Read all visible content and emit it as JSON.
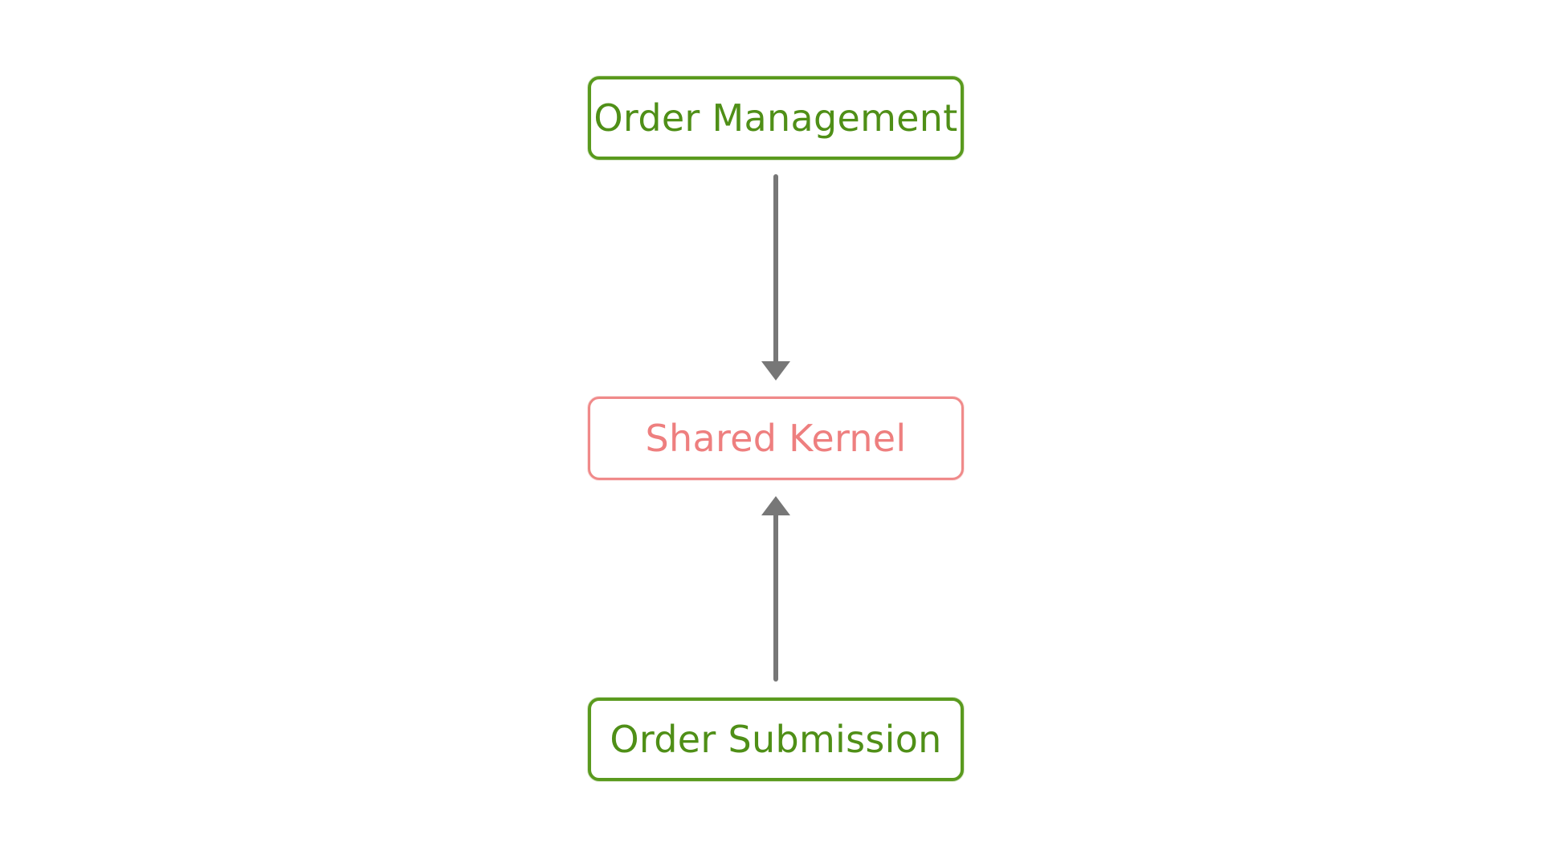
{
  "diagram": {
    "nodes": [
      {
        "label": "Order Management",
        "color": "#5a9a1e"
      },
      {
        "label": "Shared Kernel",
        "color": "#f08a8a"
      },
      {
        "label": "Order Submission",
        "color": "#5a9a1e"
      }
    ],
    "edges": [
      {
        "from": "Order Management",
        "to": "Shared Kernel"
      },
      {
        "from": "Order Submission",
        "to": "Shared Kernel"
      }
    ],
    "arrow_color": "#777777"
  }
}
